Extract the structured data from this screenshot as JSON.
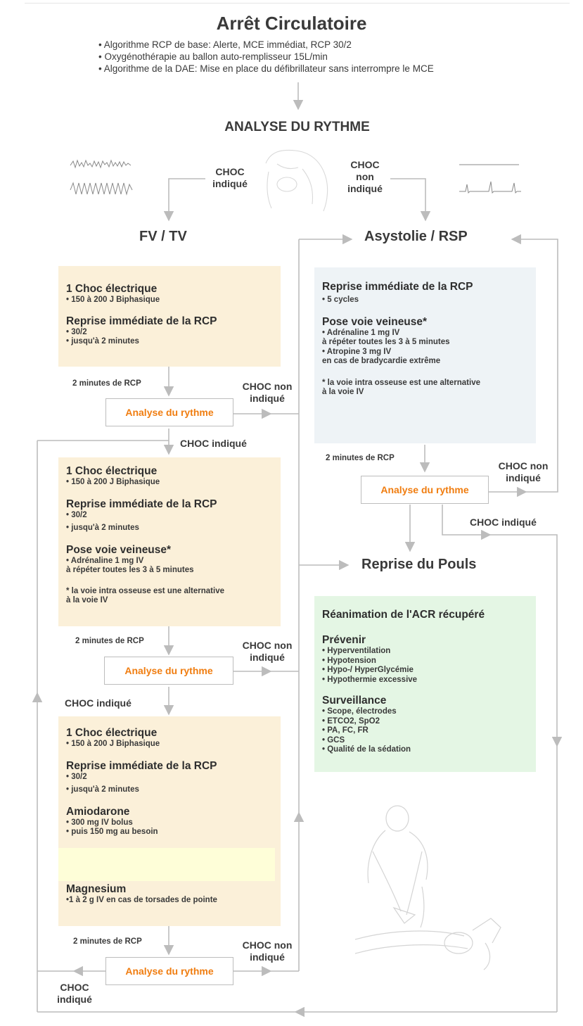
{
  "title": "Arrêt Circulatoire",
  "intro_bullets": [
    "Algorithme RCP de base: Alerte, MCE immédiat, RCP 30/2",
    "Oxygénothérapie au ballon auto-remplisseur 15L/min",
    "Algorithme de la DAE: Mise en place du défibrillateur sans interrompre le MCE"
  ],
  "analyse_title": "ANALYSE DU RYTHME",
  "choc_indique": [
    "CHOC",
    "indiqué"
  ],
  "choc_non_indique_top": [
    "CHOC",
    "non",
    "indiqué"
  ],
  "fv_tv": "FV / TV",
  "asystolie": "Asystolie / RSP",
  "box1": {
    "s1": "1 Choc électrique",
    "s1_d": [
      "• 150 à 200 J Biphasique"
    ],
    "s2": "Reprise immédiate de la RCP",
    "s2_d": [
      "• 30/2",
      "• jusqu'à 2 minutes"
    ]
  },
  "box2": {
    "s1": "1 Choc électrique",
    "s1_d": [
      "• 150 à 200 J Biphasique"
    ],
    "s2": "Reprise immédiate de la RCP",
    "s2_d": [
      "• 30/2",
      "• jusqu'à 2 minutes"
    ],
    "s3": "Pose voie veineuse*",
    "s3_d": [
      "• Adrénaline 1 mg IV",
      "à répéter toutes les 3 à 5 minutes"
    ],
    "note": [
      "* la voie intra osseuse est une alternative",
      "à la voie IV"
    ]
  },
  "box3": {
    "s1": "1 Choc électrique",
    "s1_d": [
      "• 150 à 200 J Biphasique"
    ],
    "s2": "Reprise immédiate de la RCP",
    "s2_d": [
      "• 30/2",
      "• jusqu'à 2 minutes"
    ],
    "s3": "Amiodarone",
    "s3_d": [
      "• 300 mg IV bolus",
      "• puis 150 mg au besoin"
    ],
    "s4": "Magnesium",
    "s4_d": [
      "•1 à 2 g IV en cas de torsades de pointe"
    ]
  },
  "box_right": {
    "s1": "Reprise immédiate de la RCP",
    "s1_d": [
      "• 5 cycles"
    ],
    "s2": "Pose voie veineuse*",
    "s2_d": [
      "• Adrénaline 1 mg IV",
      "à répéter toutes les 3 à 5 minutes",
      "• Atropine 3 mg IV",
      "en cas de bradycardie extrême"
    ],
    "note": [
      "* la voie intra osseuse est une alternative",
      "à la voie IV"
    ]
  },
  "reprise_pouls": "Reprise du Pouls",
  "box_green": {
    "title": "Réanimation de l'ACR récupéré",
    "s1": "Prévenir",
    "s1_d": [
      "• Hyperventilation",
      "• Hypotension",
      "• Hypo-/ HyperGlycémie",
      "• Hypothermie excessive"
    ],
    "s2": "Surveillance",
    "s2_d": [
      "• Scope, électrodes",
      "• ETCO2, SpO2",
      "• PA, FC, FR",
      "• GCS",
      "• Qualité de la sédation"
    ]
  },
  "two_min_rcp": "2 minutes de RCP",
  "analyse_rythme": "Analyse du rythme",
  "choc_indique_inline": "CHOC indiqué",
  "choc_non": [
    "CHOC non",
    "indiqué"
  ],
  "colors": {
    "box": "#fbf0d9",
    "blue_box": "#eef3f6",
    "green_box": "#e4f6e4",
    "accent": "#f07d10",
    "line": "#bcbcbc"
  }
}
